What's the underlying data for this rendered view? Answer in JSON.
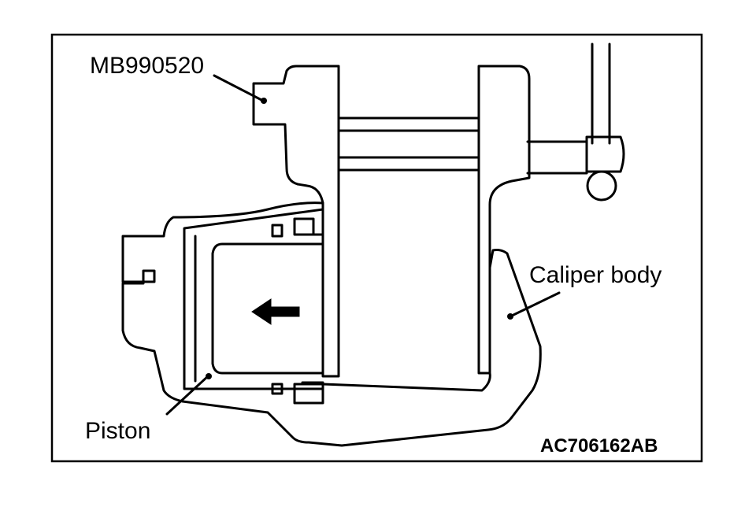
{
  "labels": {
    "tool": "MB990520",
    "caliper_body": "Caliper body",
    "piston": "Piston",
    "figure_code": "AC706162AB"
  },
  "colors": {
    "line": "#000000",
    "background": "#ffffff"
  },
  "icons": {
    "direction_arrow": "arrow-left-icon"
  }
}
